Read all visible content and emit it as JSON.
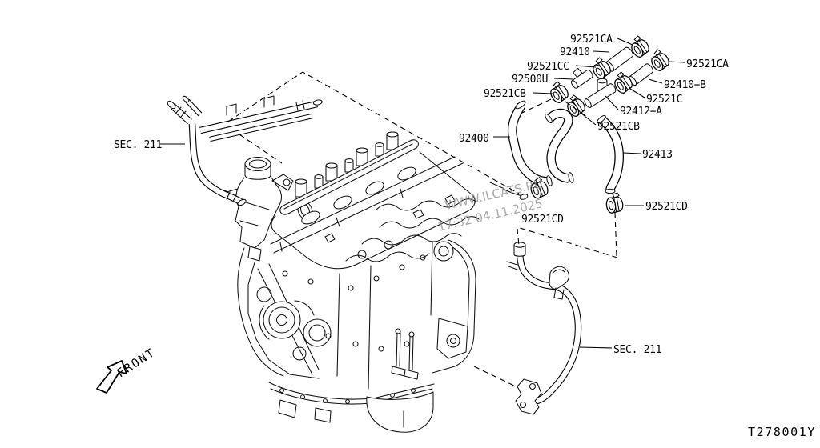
{
  "page": {
    "drawing_code": "T278001Y",
    "front_marker": "FRONT",
    "watermark": {
      "site": "WWW.ILCATS.RU",
      "timestamp": "17:32 04.11.2025"
    },
    "section_refs": {
      "heater_pipe_left": "SEC. 211",
      "water_pipe_bottom": "SEC. 211"
    },
    "callouts": {
      "clamp_ca_top": "92521CA",
      "tube_92410": "92410",
      "clamp_cc": "92521CC",
      "connector_92500u": "92500U",
      "clamp_cb_upper": "92521CB",
      "clamp_ca_right": "92521CA",
      "tube_92410b": "92410+B",
      "clamp_c": "92521C",
      "tee_92412a": "92412+A",
      "clamp_cb_lower": "92521CB",
      "hose_92400": "92400",
      "hose_92413": "92413",
      "clamp_cd_left": "92521CD",
      "clamp_cd_right": "92521CD"
    }
  }
}
